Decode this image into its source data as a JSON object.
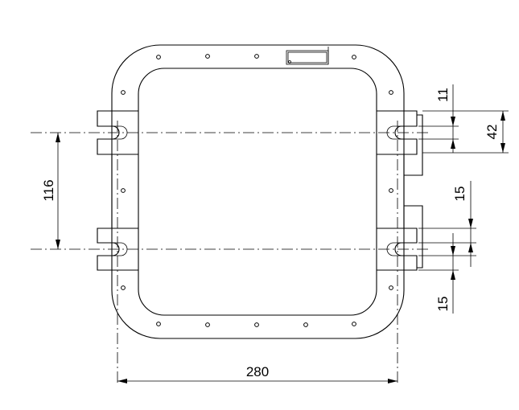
{
  "dimensions": {
    "width": "280",
    "center_spacing": "116",
    "slot_width_top": "11",
    "hinge_height_top": "42",
    "slot_width_bottom": "15",
    "hinge_offset_bottom": "15"
  }
}
